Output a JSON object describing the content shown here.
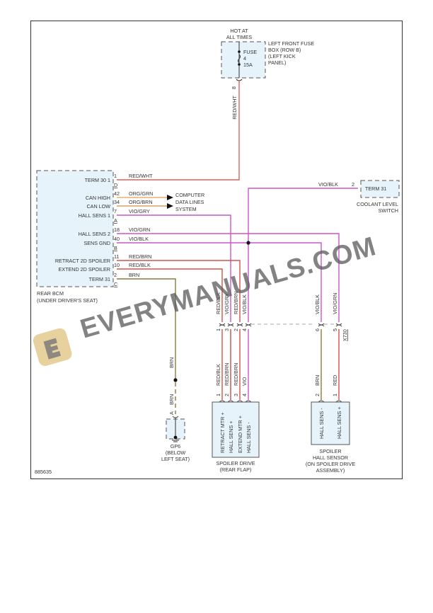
{
  "diagram": {
    "figure_id": "885635",
    "fuse_box": {
      "header": [
        "HOT AT",
        "ALL TIMES"
      ],
      "fuse_label": [
        "FUSE",
        "4",
        "15A"
      ],
      "location": [
        "LEFT FRONT FUSE",
        "BOX (ROW B)",
        "(LEFT KICK",
        "PANEL)"
      ],
      "pin": "8",
      "wire": "RED/WHT"
    },
    "rear_bcm": {
      "name": [
        "REAR BCM",
        "(UNDER DRIVER'S SEAT)"
      ],
      "pins": [
        {
          "label": "TERM 30 1",
          "pin": "1",
          "wire": "RED/WHT",
          "color": "#e0605a"
        },
        {
          "label": "CAN HIGH",
          "pin": "42",
          "wire": "ORG/GRN",
          "color": "#e8b070"
        },
        {
          "label": "CAN LOW",
          "pin": "34",
          "wire": "ORG/BRN",
          "color": "#d9a060"
        },
        {
          "label": "HALL SENS 1",
          "pin": "7",
          "wire": "VIO/GRY",
          "color": "#cc55cc"
        },
        {
          "label": "HALL SENS 2",
          "pin": "18",
          "wire": "VIO/GRN",
          "color": "#cc55cc"
        },
        {
          "label": "SENS GND",
          "pin": "40",
          "wire": "VIO/BLK",
          "color": "#cc55cc"
        },
        {
          "label": "RETRACT 2D SPOILER",
          "pin": "11",
          "wire": "RED/BRN",
          "color": "#d9504a"
        },
        {
          "label": "EXTEND 2D SPOILER",
          "pin": "10",
          "wire": "RED/BLK",
          "color": "#d9504a"
        },
        {
          "label": "TERM 31",
          "pin": "2",
          "wire": "BRN",
          "color": "#8a7a3a"
        }
      ],
      "connectors": [
        "D",
        "A",
        "B",
        "C"
      ]
    },
    "data_lines": [
      "COMPUTER",
      "DATA LINES",
      "SYSTEM"
    ],
    "coolant_switch": {
      "label": "TERM 31",
      "pin": "2",
      "wire": "VIO/BLK",
      "name": [
        "COOLANT LEVEL",
        "SWITCH"
      ]
    },
    "inline_connector": {
      "upper_wires": [
        "RED/BLK",
        "VIO/GRY",
        "RED/BRN",
        "VIO/BLK",
        "VIO/BLK",
        "VIO/GRN"
      ],
      "pins": [
        "1",
        "3",
        "2",
        "4",
        "6",
        "5"
      ],
      "id": "X730"
    },
    "spoiler_drive": {
      "wires": [
        "RED/BLK",
        "RED/BRN",
        "RED/BRN",
        "VIO"
      ],
      "pins": [
        "1",
        "2",
        "3",
        "4"
      ],
      "terminals": [
        "RETRACT MTR +",
        "HALL SENS +",
        "EXTEND MTR +",
        "HALL SENS -"
      ],
      "name": [
        "SPOILER DRIVE",
        "(REAR FLAP)"
      ]
    },
    "hall_sensor": {
      "wires": [
        "BRN",
        "RED"
      ],
      "pins": [
        "2",
        "1"
      ],
      "terminals": [
        "HALL SENS -",
        "HALL SENS +"
      ],
      "name": [
        "SPOILER",
        "HALL SENSOR",
        "(ON SPOILER DRIVE",
        "ASSEMBLY)"
      ]
    },
    "ground": {
      "wire_upper": "BRN",
      "wire_lower": "BRN",
      "pin": "A",
      "name": [
        "GP6",
        "(BELOW",
        "LEFT SEAT)"
      ]
    },
    "watermark": "EVERYMANUALS.COM",
    "colors": {
      "red": "#e0605a",
      "violet": "#cc55cc",
      "orange": "#e8b070",
      "brown": "#8a7a3a",
      "box_fill": "#e6f3fb"
    }
  }
}
